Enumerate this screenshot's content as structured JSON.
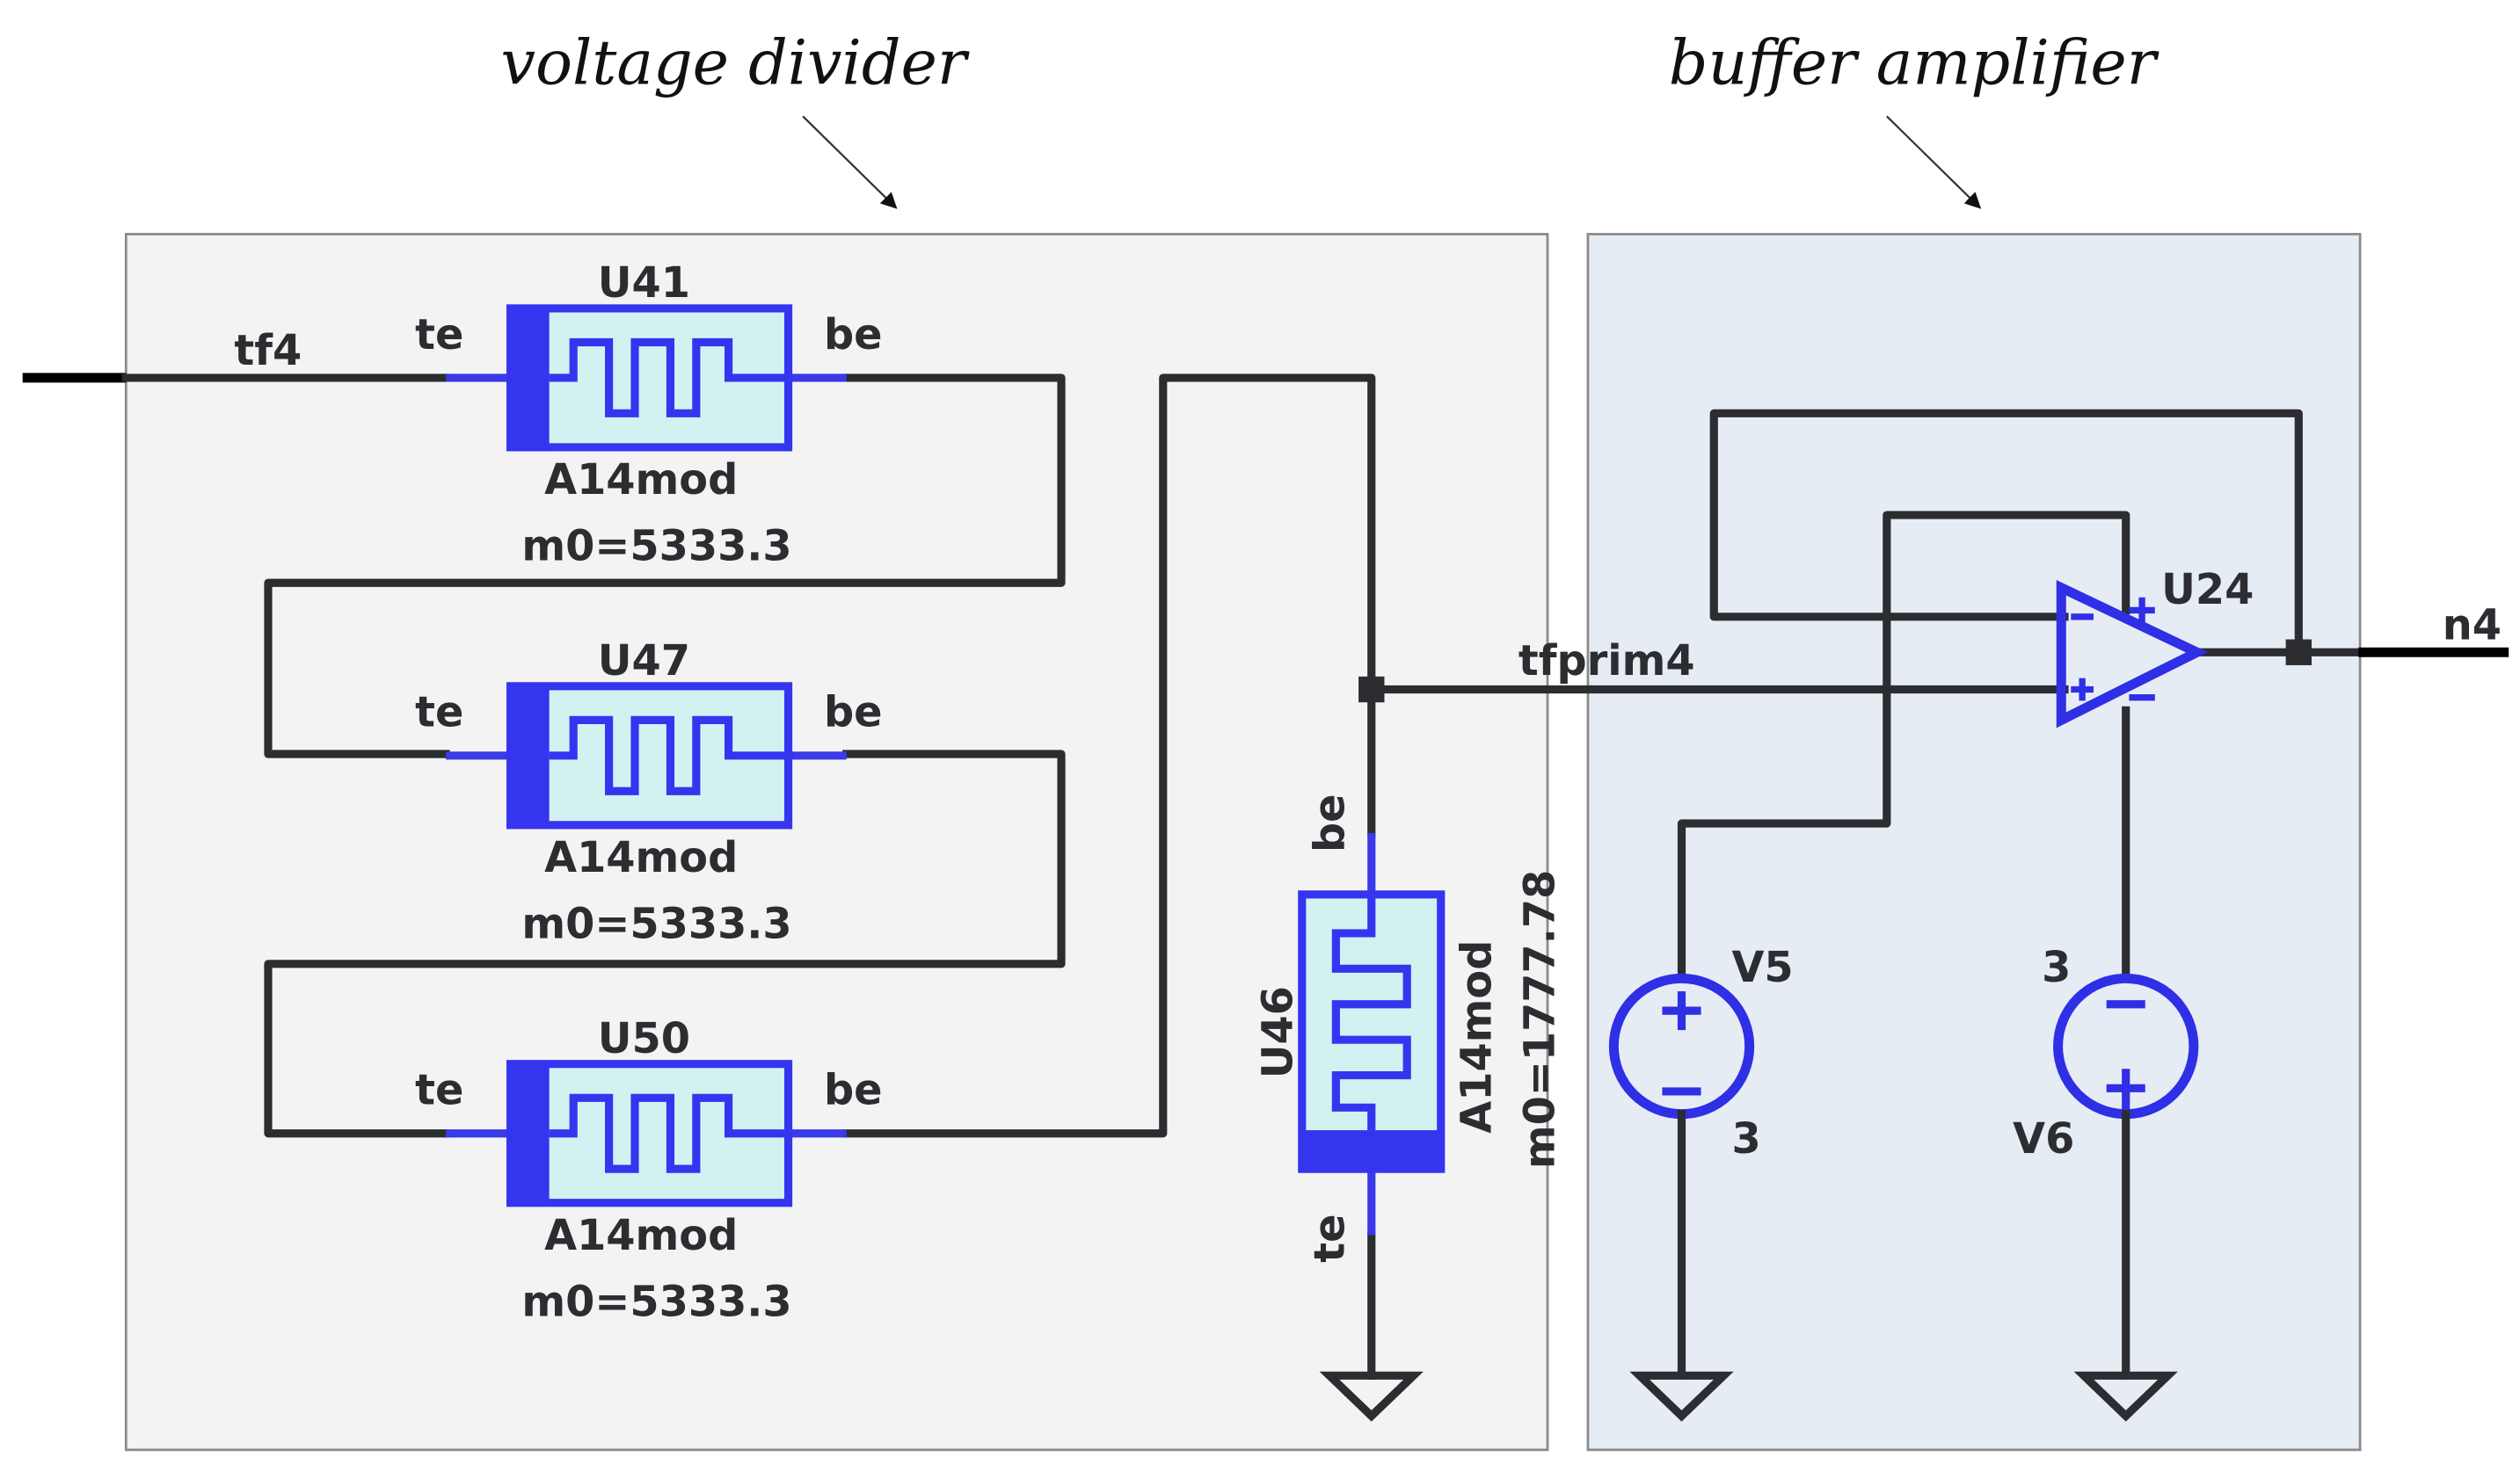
{
  "titles": {
    "voltage_divider": "voltage divider",
    "buffer_amplifier": "buffer amplifier"
  },
  "colors": {
    "wire": "#2b2d30",
    "component": "#3535f0",
    "component_fill": "#d4f1f1",
    "divider_panel": "#f3f3f3",
    "buffer_panel": "#e6ecf4"
  },
  "nets": {
    "input": "tf4",
    "midpoint": "tfprim4",
    "output": "n4"
  },
  "resistors": [
    {
      "ref": "U41",
      "model": "A14mod",
      "param": "m0=5333.3",
      "pin_left": "te",
      "pin_right": "be"
    },
    {
      "ref": "U47",
      "model": "A14mod",
      "param": "m0=5333.3",
      "pin_left": "te",
      "pin_right": "be"
    },
    {
      "ref": "U50",
      "model": "A14mod",
      "param": "m0=5333.3",
      "pin_left": "te",
      "pin_right": "be"
    }
  ],
  "shunt": {
    "ref": "U46",
    "model": "A14mod",
    "param": "m0=1777.78",
    "pin_top": "be",
    "pin_bottom": "te"
  },
  "opamp": {
    "ref": "U24"
  },
  "sources": [
    {
      "ref": "V5",
      "value": "3"
    },
    {
      "ref": "V6",
      "value": "3"
    }
  ]
}
